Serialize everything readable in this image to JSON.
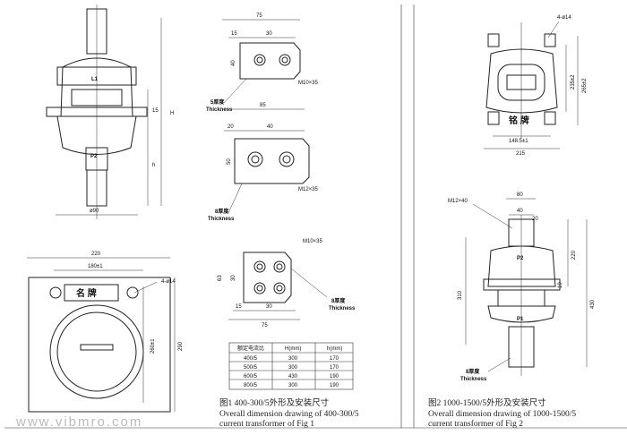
{
  "fig1": {
    "top_labels": {
      "L1": "L1",
      "P2": "P2",
      "dim_15": "15",
      "dim_H": "H",
      "dim_h": "h",
      "dia_90": "ø90"
    },
    "bottom": {
      "w220": "220",
      "w180": "180±1",
      "hole": "4-ø14",
      "nameplate": "名 牌",
      "h260": "260±1",
      "h290": "290"
    },
    "busbar1": {
      "d75": "75",
      "d15": "15",
      "d30": "30",
      "d40": "40",
      "bolt": "M10×35",
      "thickness_cn": "5厚度",
      "thickness_en": "Thickness"
    },
    "busbar2": {
      "d85": "85",
      "d20": "20",
      "d40": "40",
      "d50": "50",
      "bolt": "M12×35",
      "thickness_cn": "8厚度",
      "thickness_en": "Thickness"
    },
    "busbar3": {
      "bolt": "M10×35",
      "d63": "63",
      "d30": "30",
      "d15": "15",
      "d30b": "30",
      "d75": "75",
      "thickness_cn": "8厚度",
      "thickness_en": "Thickness"
    },
    "table": {
      "headers": [
        "额定电流比",
        "H(mm)",
        "h(mm)"
      ],
      "rows": [
        [
          "400/5",
          "300",
          "170"
        ],
        [
          "500/5",
          "300",
          "170"
        ],
        [
          "600/5",
          "430",
          "190"
        ],
        [
          "800/5",
          "300",
          "190"
        ]
      ]
    },
    "caption_cn": "图1 400-300/5外形及安装尺寸",
    "caption_en1": "Overall dimension drawing of 400-300/5",
    "caption_en2": "current transformer of Fig 1"
  },
  "fig2": {
    "top": {
      "hole": "4-ø14",
      "h235": "235±2",
      "h265": "265±2",
      "nameplate": "铭 牌",
      "w148": "148.5±1",
      "w215": "215"
    },
    "side": {
      "bolt": "M12×40",
      "d80": "80",
      "d40": "40",
      "d20": "20",
      "P2": "P2",
      "P1": "P1",
      "d220": "220",
      "d10": "10",
      "d310": "310",
      "d430": "430",
      "thickness_cn": "8厚度",
      "thickness_en": "Thickness"
    },
    "caption_cn": "图2 1000-1500/5外形及安装尺寸",
    "caption_en1": "Overall dimension drawing of 1000-1500/5",
    "caption_en2": "current transformer of Fig 2"
  },
  "watermark": "www.vibmro.com"
}
